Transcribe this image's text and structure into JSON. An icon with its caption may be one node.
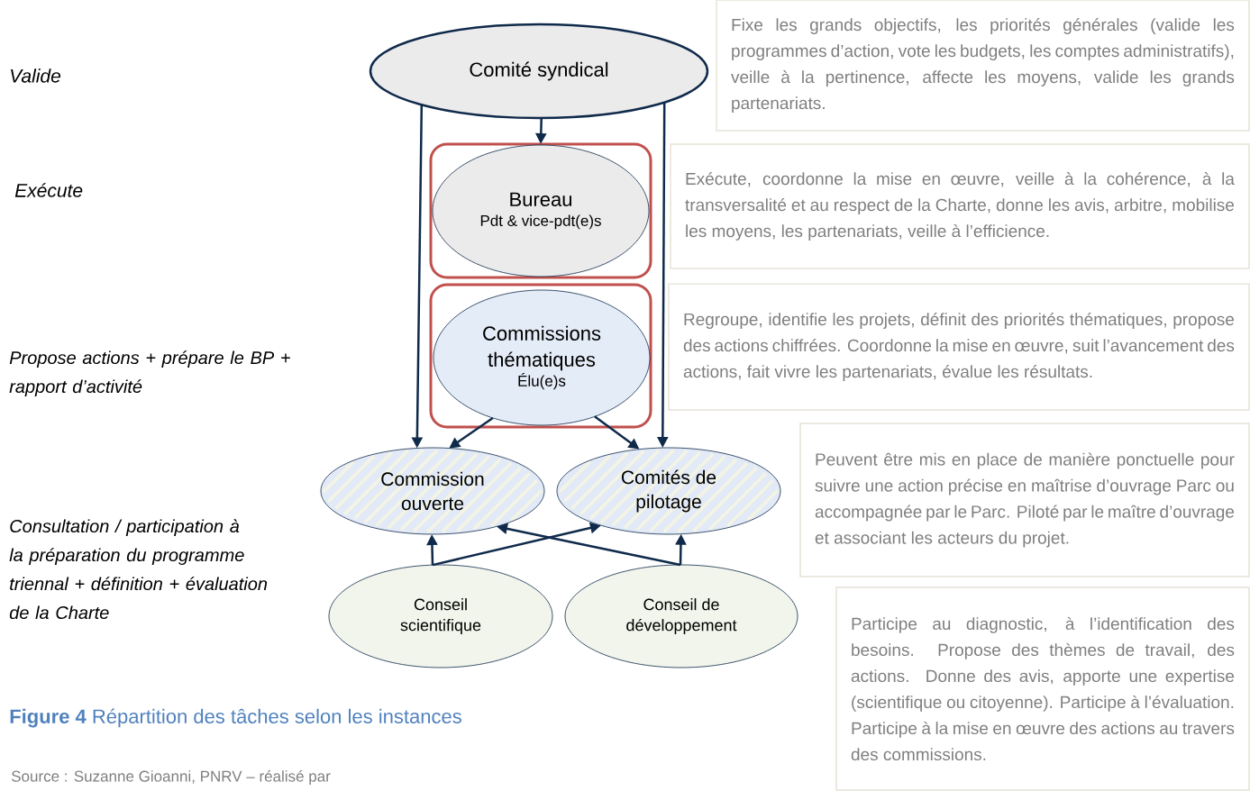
{
  "diagram": {
    "caption": "**Figure 4** Répartition des tâches selon les instances",
    "nodes": [
      {
        "text": [
          "Comité syndical"
        ]
      },
      {
        "text": [],
        "shape": "box"
      },
      {
        "text": [
          "Bureau",
          "Pdt & vice-pdt(e)s"
        ],
        "in": 1
      },
      {
        "text": [],
        "shape": "box"
      },
      {
        "text": [
          "Commissions thématiques",
          "Élu(e)s"
        ],
        "in": 3
      },
      {
        "text": [
          "Commission ouverte"
        ]
      },
      {
        "text": [
          "Comités de pilotage"
        ]
      },
      {
        "text": [
          "Conseil scientifique"
        ]
      },
      {
        "text": [
          "Conseil de développement"
        ]
      },
      {
        "text": [
          "Fixe les grands objectifs, les priorités générales (valide les programmes d’action, vote les budgets, les comptes administratifs), veille à la pertinence, affecte les moyens, valide les grands partenariats."
        ]
      },
      {
        "text": [
          "Exécute, coordonne la mise en œuvre, veille à la cohérence, à la transversalité et au respect de la Charte, donne les avis, arbitre, mobilise les moyens, les partenariats, veille à l’efficience."
        ]
      },
      {
        "text": [
          "Regroupe, identifie les projets, définit des priorités thématiques, propose des actions chiffrées. Coordonne la mise en œuvre, suit l’avancement des actions, fait vivre les partenariats, évalue les résultats."
        ]
      },
      {
        "text": [
          "Peuvent être mis en place de manière ponctuelle pour suivre une action précise en maîtrise d’ouvrage Parc ou accompagnée par le Parc. Piloté par le maître d’ouvrage et associant les acteurs du projet."
        ]
      },
      {
        "text": [
          "Participe au diagnostic, à l’identification des besoins. Propose des thèmes de travail, des actions. Donne des avis, apporte une expertise (scientifique ou citoyenne). Participe à l’évaluation.",
          "Participe à la mise en œuvre des actions au travers des commissions."
        ]
      }
    ],
    "edges": [
      {
        "from": 0,
        "to": 1,
        "arrow": "to"
      },
      {
        "from": 0,
        "to": 5,
        "arrow": "to"
      },
      {
        "from": 0,
        "to": 6,
        "arrow": "to"
      },
      {
        "from": 4,
        "to": 5,
        "arrow": "to"
      },
      {
        "from": 4,
        "to": 6,
        "arrow": "to"
      },
      {
        "from": 7,
        "to": 5,
        "arrow": "to"
      },
      {
        "from": 7,
        "to": 6,
        "arrow": "to"
      },
      {
        "from": 8,
        "to": 5,
        "arrow": "to"
      },
      {
        "from": 8,
        "to": 6,
        "arrow": "to"
      }
    ],
    "labels": [
      "Valide",
      "Exécute",
      "Propose actions + prépare le BP + rapport d’activité",
      "Consultation / participation à la préparation du programme triennal + définition + évaluation de la Charte",
      "Source : Suzanne Gioanni, PNRV – réalisé par"
    ]
  }
}
